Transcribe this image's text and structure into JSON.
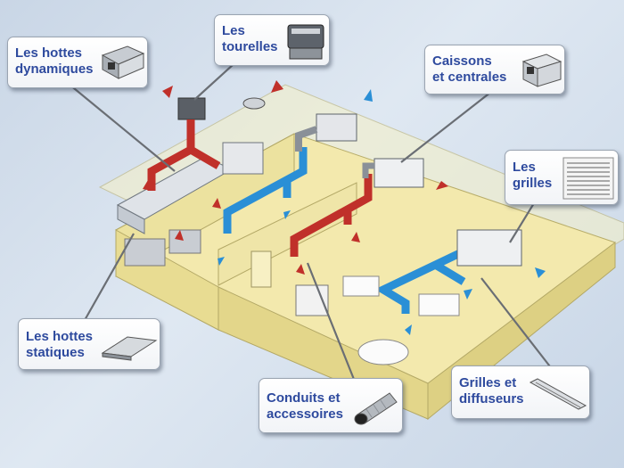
{
  "callouts": {
    "hottes_dynamiques": "Les hottes\ndynamiques",
    "tourelles": "Les\ntourelles",
    "caissons": "Caissons\net centrales",
    "grilles": "Les\ngrilles",
    "hottes_statiques": "Les hottes\nstatiques",
    "conduits": "Conduits et\naccessoires",
    "grilles_diffuseurs": "Grilles et\ndiffuseurs"
  },
  "colors": {
    "label": "#2e4a9e",
    "duct_red": "#c0302a",
    "duct_blue": "#2a8fd6",
    "floor": "#f4eab0",
    "wall": "#ece2a0"
  }
}
